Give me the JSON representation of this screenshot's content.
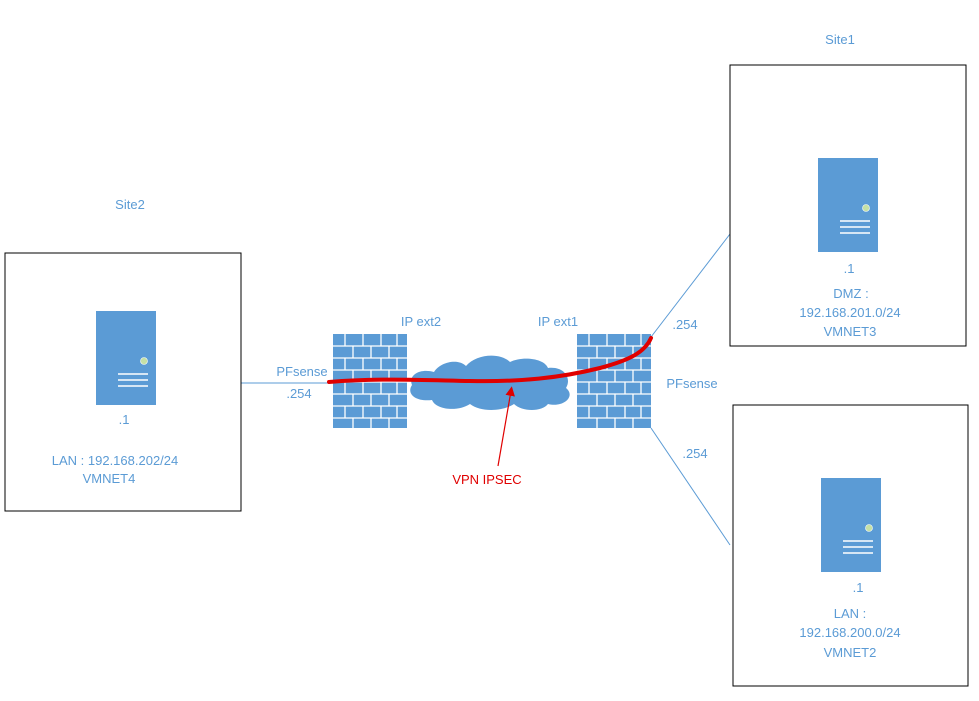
{
  "colors": {
    "accent_blue": "#5b9bd5",
    "line_blue": "#5b9bd5",
    "vpn_red": "#e00000",
    "box_border": "#000000"
  },
  "icons": {
    "server": "server-icon",
    "firewall": "firewall-icon",
    "cloud": "cloud-icon"
  },
  "site1": {
    "title": "Site1",
    "host": ".1",
    "net_name": "DMZ :",
    "subnet": "192.168.201.0/24",
    "vmnet": "VMNET3",
    "link_label": ".254"
  },
  "site2": {
    "title": "Site2",
    "host": ".1",
    "net": "LAN : 192.168.202/24",
    "vmnet": "VMNET4"
  },
  "site3": {
    "host": ".1",
    "net_name": "LAN :",
    "subnet": "192.168.200.0/24",
    "vmnet": "VMNET2",
    "link_label": ".254"
  },
  "firewall_left": {
    "name": "PFsense",
    "port": ".254",
    "ext": "IP ext2"
  },
  "firewall_right": {
    "name": "PFsense",
    "ext": "IP ext1"
  },
  "vpn": {
    "label": "VPN IPSEC"
  }
}
